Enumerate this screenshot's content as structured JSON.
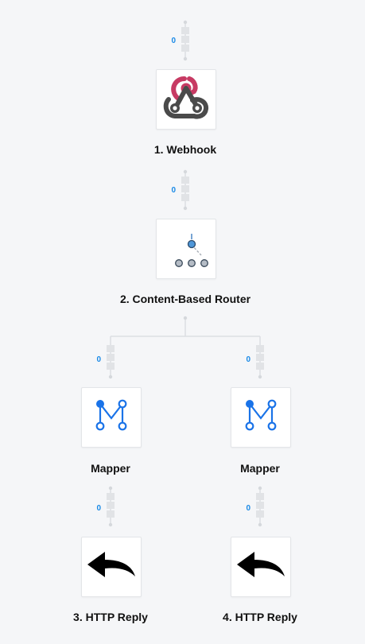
{
  "colors": {
    "background": "#f5f6f8",
    "count": "#1a8ae6",
    "queue": "#e1e3e6",
    "wire": "#dcdfe3",
    "webhook_pink": "#c73a63",
    "webhook_dark": "#4a4a4a",
    "mapper_blue": "#1a73e8"
  },
  "flow": {
    "webhook": {
      "label": "1. Webhook",
      "count": "0",
      "icon": "webhook-icon"
    },
    "router": {
      "label": "2. Content-Based Router",
      "count": "0",
      "icon": "router-icon"
    },
    "mapper_left": {
      "label": "Mapper",
      "count": "0",
      "icon": "mapper-icon"
    },
    "mapper_right": {
      "label": "Mapper",
      "count": "0",
      "icon": "mapper-icon"
    },
    "reply_left": {
      "label": "3. HTTP Reply",
      "count": "0",
      "icon": "reply-arrow-icon"
    },
    "reply_right": {
      "label": "4. HTTP Reply",
      "count": "0",
      "icon": "reply-arrow-icon"
    }
  }
}
